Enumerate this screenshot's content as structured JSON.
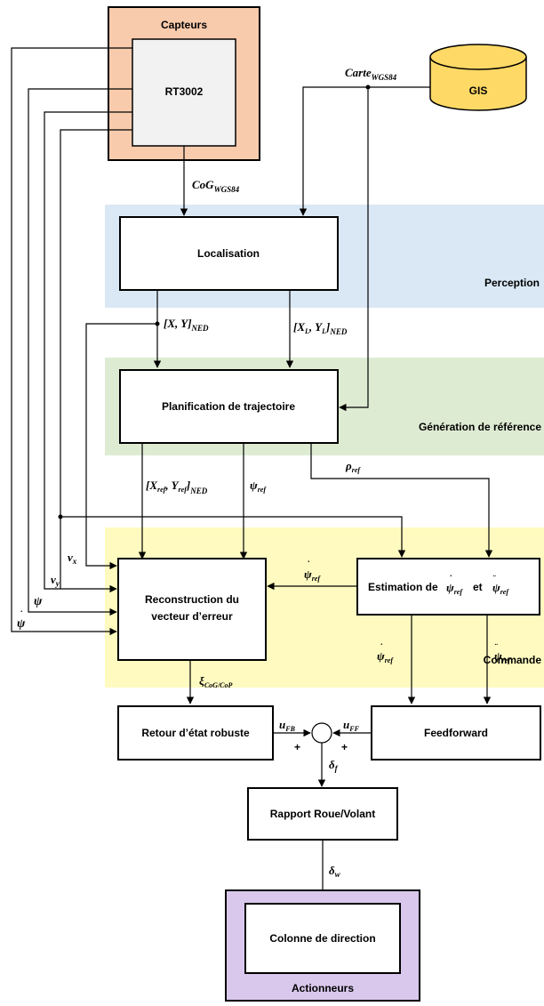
{
  "regions": {
    "sensors": "Capteurs",
    "perception": "Perception",
    "reference": "Génération de référence",
    "command": "Commande",
    "actuators": "Actionneurs"
  },
  "blocks": {
    "rt3002": "RT3002",
    "gis": "GIS",
    "localisation": "Localisation",
    "planning": "Planification de trajectoire",
    "reconstruction_line1": "Reconstruction du",
    "reconstruction_line2": "vecteur d’erreur",
    "estimation_prefix": "Estimation de",
    "estimation_mid": "et",
    "state_feedback": "Retour d’état robuste",
    "feedforward": "Feedforward",
    "ratio": "Rapport Roue/Volant",
    "steering_column": "Colonne de direction"
  },
  "signals": {
    "carte": "Carte",
    "carte_sub": "WGS84",
    "cog": "CoG",
    "cog_sub": "WGS84",
    "xy": "[X, Y]",
    "xy_sub": "NED",
    "xlyl": "[X",
    "xlyl_l": "L",
    "xlyl_mid": ", Y",
    "xlyl_close": "]",
    "xlyl_sub": "NED",
    "xref_open": "[X",
    "ref": "ref",
    "xref_mid": ", Y",
    "xref_close": "]",
    "ned": "NED",
    "psi": "ψ",
    "rho": "ρ",
    "vx": "v",
    "vx_sub": "x",
    "vy": "v",
    "vy_sub": "y",
    "xi": "ξ",
    "xi_sub": "CoG/CoP",
    "u": "u",
    "ufb_sub": "FB",
    "uff_sub": "FF",
    "delta": "δ",
    "delta_f_sub": "f",
    "delta_w_sub": "w",
    "plus": "+"
  },
  "colors": {
    "sensors": "#F8CBAD",
    "perception": "#DAE8F5",
    "reference": "#DEEBD3",
    "command": "#FFFBC0",
    "actuators": "#D9C8EC",
    "gis": "#FFD966",
    "rt3002_fill": "#F2F2F2"
  }
}
